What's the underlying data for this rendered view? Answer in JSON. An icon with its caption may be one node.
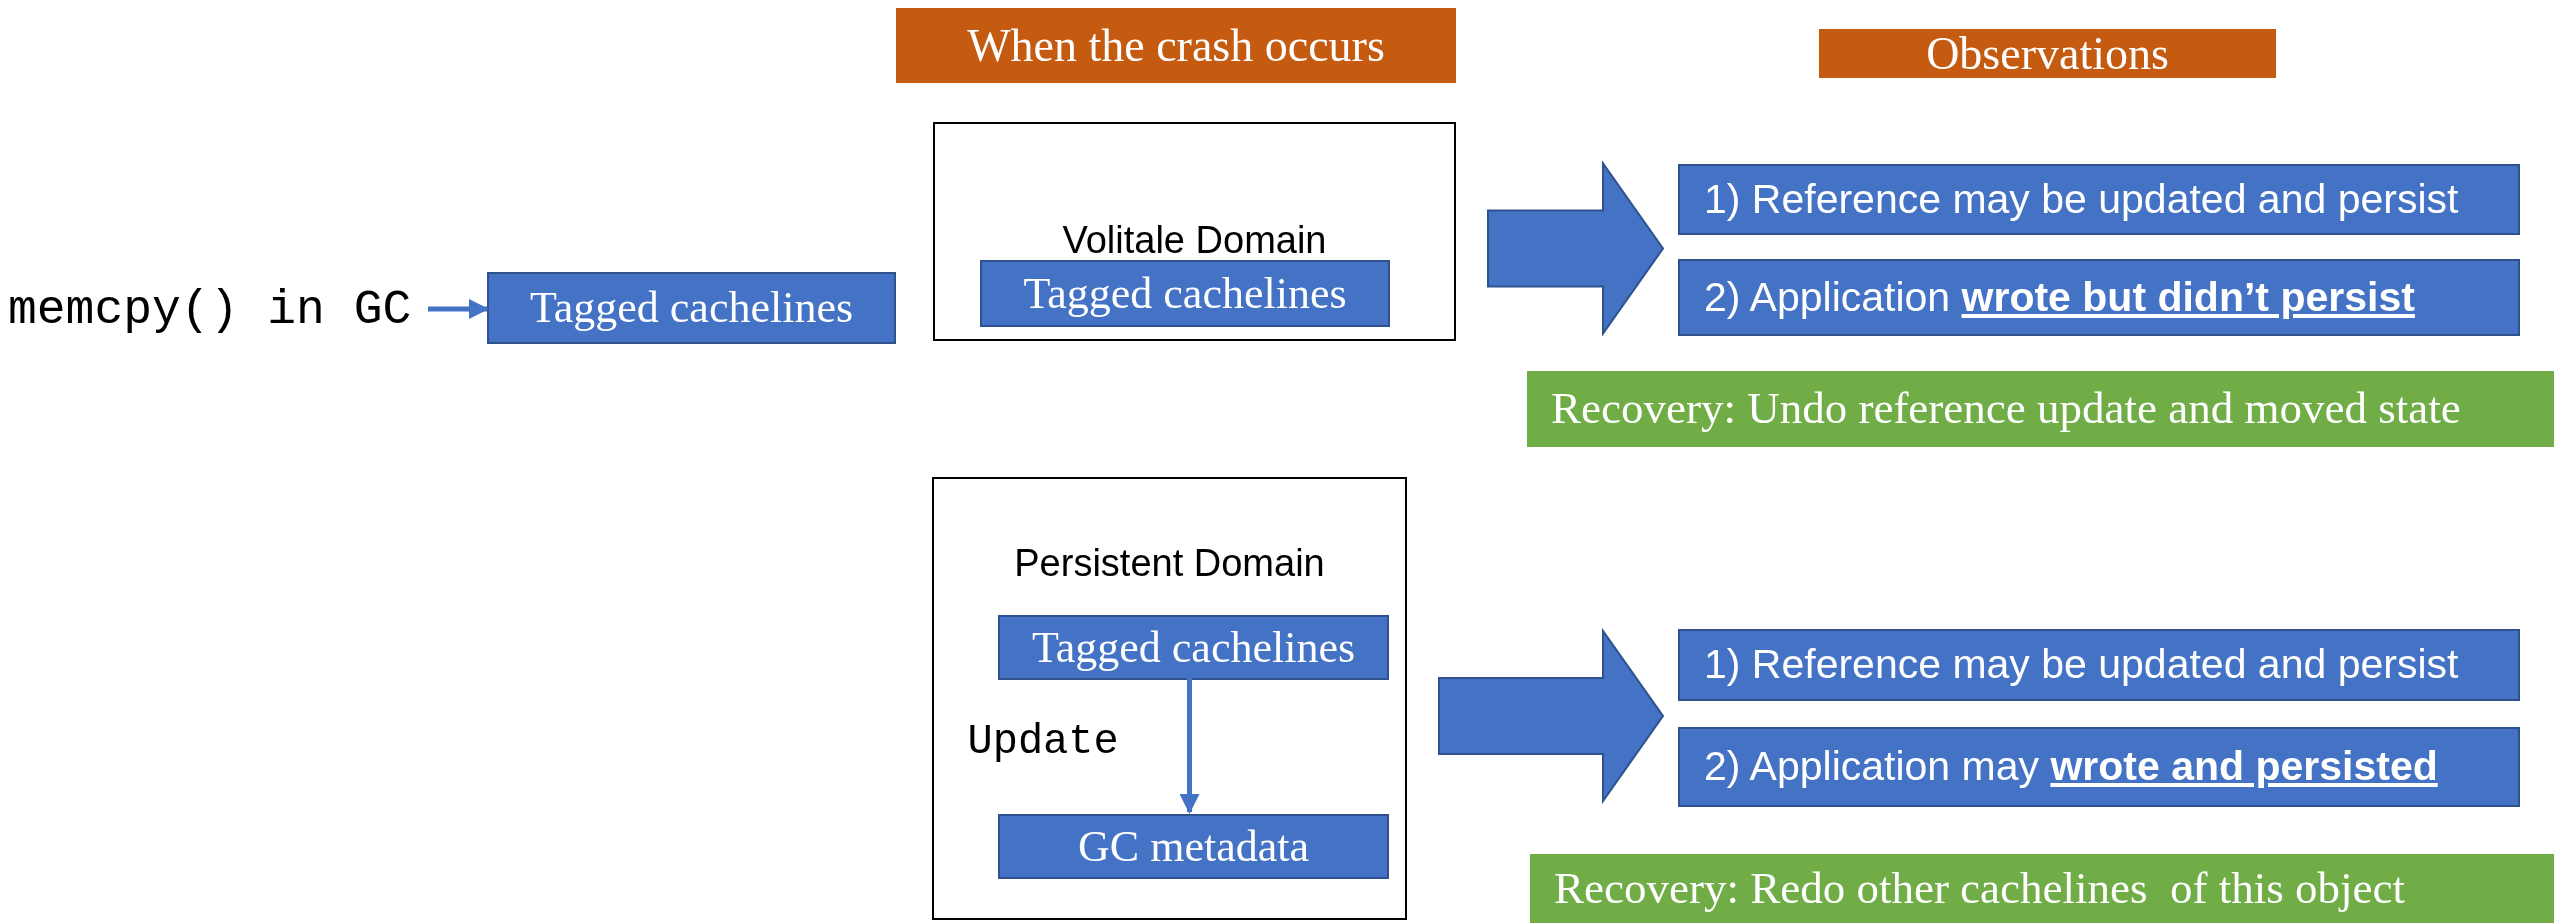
{
  "diagram": {
    "nodes": [
      {
        "text": [
          "memcpy() in GC"
        ]
      },
      {
        "text": [
          "Tagged cachelines"
        ]
      },
      {
        "text": [
          "When the crash occurs"
        ]
      },
      {
        "text": [
          "Observations"
        ]
      },
      {
        "text": [
          "Volitale Domain"
        ]
      },
      {
        "text": [
          "Tagged cachelines"
        ],
        "in": 4
      },
      {
        "text": [
          "1) Reference may be updated and persist"
        ]
      },
      {
        "text": [
          "2) Application **wrote but didn’t persist**"
        ]
      },
      {
        "text": [
          "Recovery: Undo reference update and moved state"
        ]
      },
      {
        "text": [
          "Persistent Domain"
        ]
      },
      {
        "text": [
          "Tagged cachelines"
        ],
        "in": 9
      },
      {
        "text": [
          "GC metadata"
        ],
        "in": 9
      },
      {
        "text": [
          "1) Reference may be updated and persist"
        ]
      },
      {
        "text": [
          "2) Application may **wrote and persisted**"
        ]
      },
      {
        "text": [
          "Recovery: Redo other cachelines  of this object"
        ]
      }
    ],
    "edges": [
      {
        "from": 0,
        "to": 1,
        "arrow": "to"
      },
      {
        "from": 4,
        "to": 6,
        "arrow": "to",
        "style": "thick"
      },
      {
        "from": 4,
        "to": 7,
        "arrow": "to",
        "style": "thick"
      },
      {
        "from": 10,
        "to": 11,
        "arrow": "to",
        "label": "Update"
      },
      {
        "from": 9,
        "to": 12,
        "arrow": "to",
        "style": "thick"
      },
      {
        "from": 9,
        "to": 13,
        "arrow": "to",
        "style": "thick"
      }
    ]
  }
}
